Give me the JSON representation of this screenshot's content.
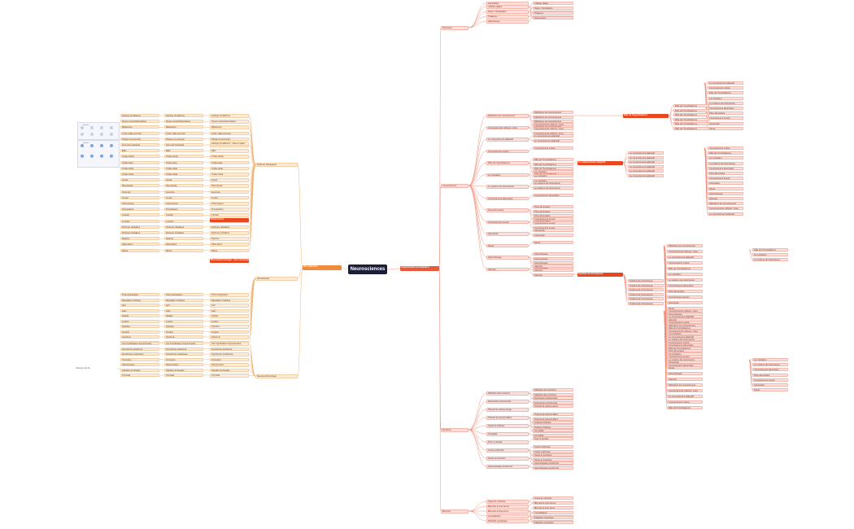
{
  "center": "Neurosciences",
  "main_right": "comportement & motivation",
  "main_left": "Vie organisme",
  "colors": {
    "right_line": "#ee8b78",
    "left_line": "#f0ad6a",
    "center": "#1c1f3a",
    "accent_right": "#e8471f",
    "accent_left": "#f08a3c"
  },
  "right_sections": [
    {
      "label": "Structures",
      "children": [
        "Généralités",
        "Cellules gliales",
        "Notes / Vocabulaire",
        "Thalamus",
        "Hippocampe"
      ]
    },
    {
      "label": "Comportement",
      "children": [
        "Définitions du comportement",
        "Comportements reflexes, innés",
        "Le comportement adaptatif",
        "Comportement motivé",
        "Rôle de l'hypothalamus",
        "La motivation",
        "Le système de récompense",
        "Comportement alimentaire",
        "Prise alimentaire",
        "Comportement sexuel",
        "Agressivité",
        "Stress",
        "Apprentissage",
        "Attention"
      ]
    },
    {
      "label": "Emotions",
      "children": [
        "Définition des émotions",
        "Expression émotionnelle",
        "Théorie de James-Lange",
        "Théorie de Cannon-Bard",
        "Système limbique",
        "Amygdale",
        "Peur et anxiété",
        "Cortex préfrontal",
        "Stress et émotions",
        "Apprentissage émotionnel"
      ]
    },
    {
      "label": "Mémoire",
      "children": [
        "Types de mémoire",
        "Mémoire à court terme",
        "Mémoire à long terme",
        "Consolidation",
        "Plasticité synaptique"
      ]
    }
  ],
  "left_sections": [
    {
      "label": "Rythmes biologiques",
      "children": [
        "Horloge circadienne",
        "Noyau suprachiasmatique",
        "Mélatonine",
        "Cycle veille-sommeil",
        "Phases du sommeil",
        "Sommeil paradoxal",
        "EEG",
        "Ondes alpha",
        "Ondes bêta",
        "Ondes delta",
        "Ondes thêta",
        "Apnée",
        "Narcolepsie",
        "Insomnie",
        "Jet lag",
        "Chronotypes",
        "Température",
        "Cortisol",
        "Lumière",
        "Rythmes ultradiens",
        "Rythmes infradiens",
        "Saisons",
        "Hibernation",
        "Rêves"
      ]
    },
    {
      "label": "Homéostasie",
      "children": [
        "Thermorégulation",
        "Régulation hydrique",
        "Soif",
        "Faim",
        "Satiété",
        "Leptine",
        "Ghréline",
        "Insuline",
        "Glycémie",
        "Hormones"
      ]
    },
    {
      "label": "Neuroendocrinologie",
      "children": [
        "Axe hypothalamo-hypophysaire",
        "Hypophyse antérieure",
        "Hypophyse postérieure",
        "Ocytocine",
        "Vasopressine",
        "Glandes surrénales",
        "Thyroïde"
      ]
    }
  ],
  "left_far": [
    "Horloge interne"
  ],
  "sub_headers": [
    "Rôle de l'hypothalamus",
    "Le comportement adaptatif",
    "Système de récompense"
  ],
  "left_sub_headers": [
    "Horloge circadienne : mise en place",
    "Homéostasie",
    "Neuroendocrinologie : axes hormonaux"
  ],
  "thumbnails": [
    "Schéma",
    "Schéma"
  ]
}
